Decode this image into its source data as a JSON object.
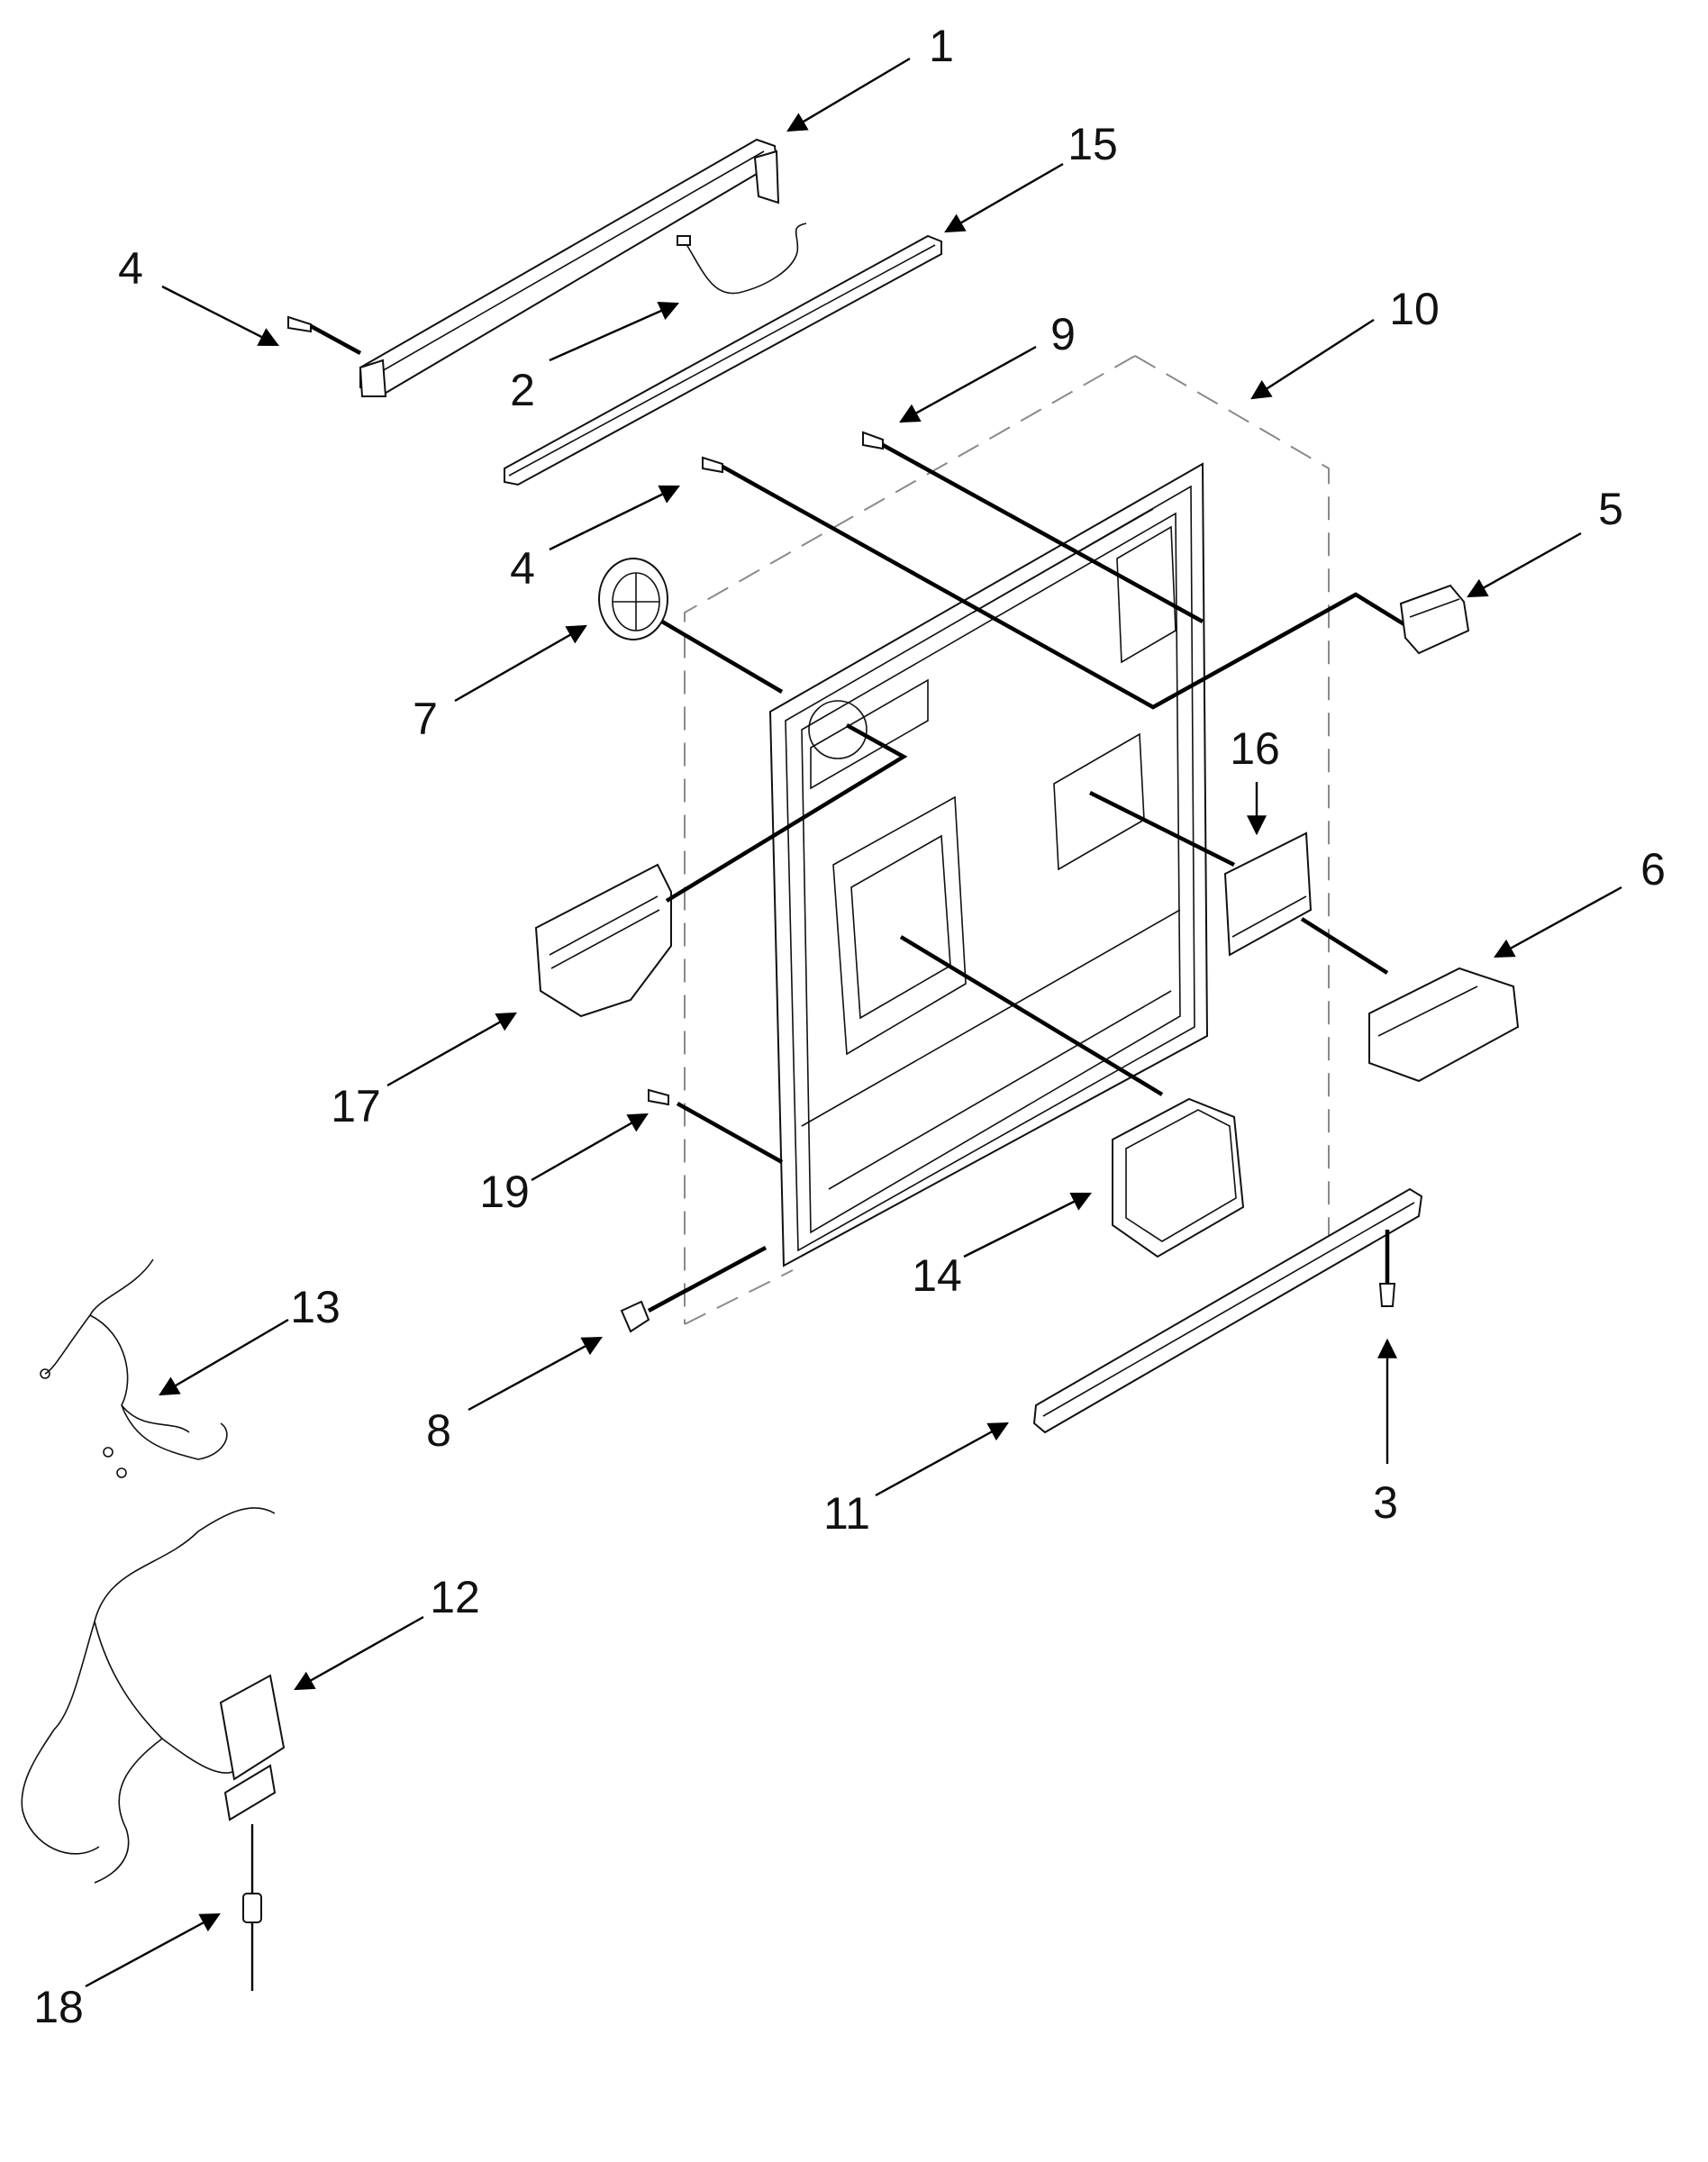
{
  "diagram": {
    "callouts": [
      {
        "id": "c1",
        "label": "1"
      },
      {
        "id": "c15",
        "label": "15"
      },
      {
        "id": "c4a",
        "label": "4"
      },
      {
        "id": "c2",
        "label": "2"
      },
      {
        "id": "c9",
        "label": "9"
      },
      {
        "id": "c10",
        "label": "10"
      },
      {
        "id": "c4b",
        "label": "4"
      },
      {
        "id": "c5",
        "label": "5"
      },
      {
        "id": "c7",
        "label": "7"
      },
      {
        "id": "c16",
        "label": "16"
      },
      {
        "id": "c6",
        "label": "6"
      },
      {
        "id": "c17",
        "label": "17"
      },
      {
        "id": "c19",
        "label": "19"
      },
      {
        "id": "c14",
        "label": "14"
      },
      {
        "id": "c13",
        "label": "13"
      },
      {
        "id": "c8",
        "label": "8"
      },
      {
        "id": "c3",
        "label": "3"
      },
      {
        "id": "c11",
        "label": "11"
      },
      {
        "id": "c12",
        "label": "12"
      },
      {
        "id": "c18",
        "label": "18"
      }
    ]
  }
}
